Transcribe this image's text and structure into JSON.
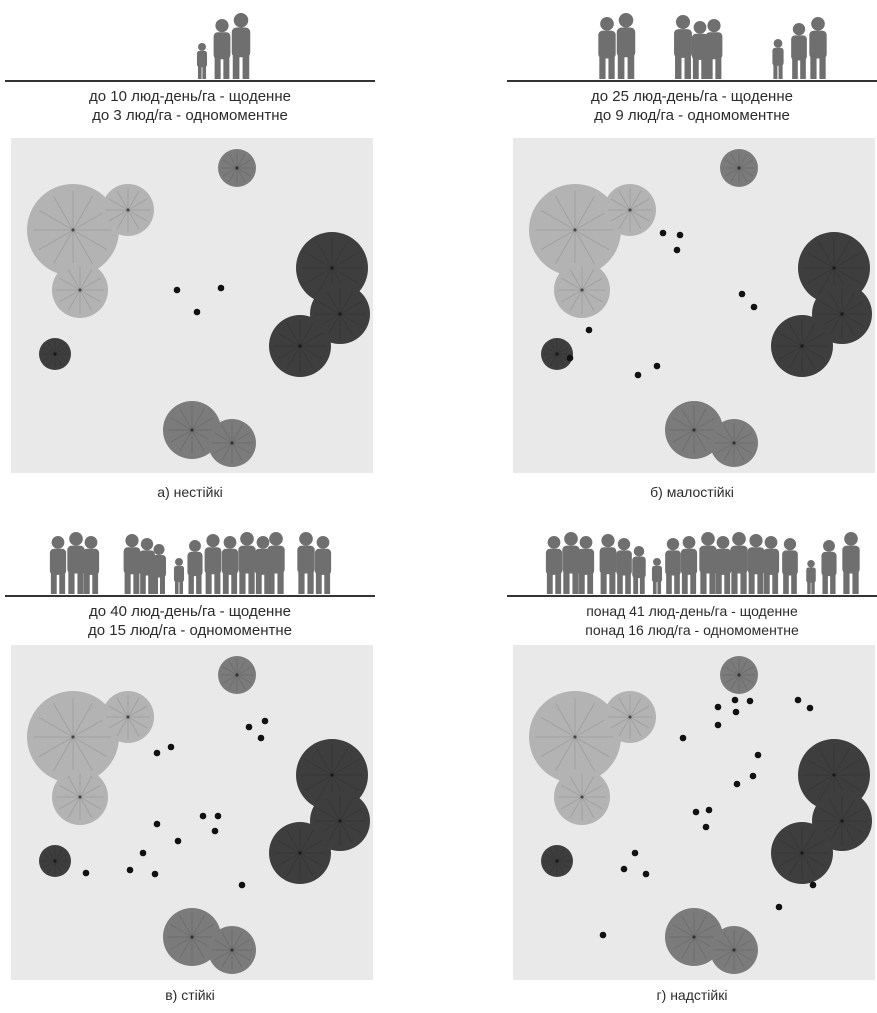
{
  "colors": {
    "ground": "#e9e9e9",
    "light_tree": "#b3b3b3",
    "mid_tree": "#7b7b7b",
    "dark_tree": "#3e3e3e",
    "people_dots": "#111111",
    "silhouettes": "#6f6f6f"
  },
  "panels": [
    {
      "id": "a",
      "caption_daily": "до 10 люд-день/га - щоденне",
      "caption_moment": "до 3 люд/га - одномоментне",
      "label": "а) нестійкі",
      "crowd_icon": "walking-family-silhouette-icon",
      "people_count": 3
    },
    {
      "id": "b",
      "caption_daily": "до 25 люд-день/га - щоденне",
      "caption_moment": "до 9 люд/га - одномоментне",
      "label": "б) малостійкі",
      "crowd_icon": "small-groups-silhouette-icon",
      "people_count": 9
    },
    {
      "id": "c",
      "caption_daily": "до 40 люд-день/га - щоденне",
      "caption_moment": "до 15 люд/га - одномоментне",
      "label": "в) стійкі",
      "crowd_icon": "crowd-silhouette-icon",
      "people_count": 15
    },
    {
      "id": "d",
      "caption_daily": "понад 41 люд-день/га - щоденне",
      "caption_moment": "понад 16 люд/га - одномоментне",
      "label": "г) надстійкі",
      "crowd_icon": "dense-crowd-silhouette-icon",
      "people_count": 20
    }
  ]
}
